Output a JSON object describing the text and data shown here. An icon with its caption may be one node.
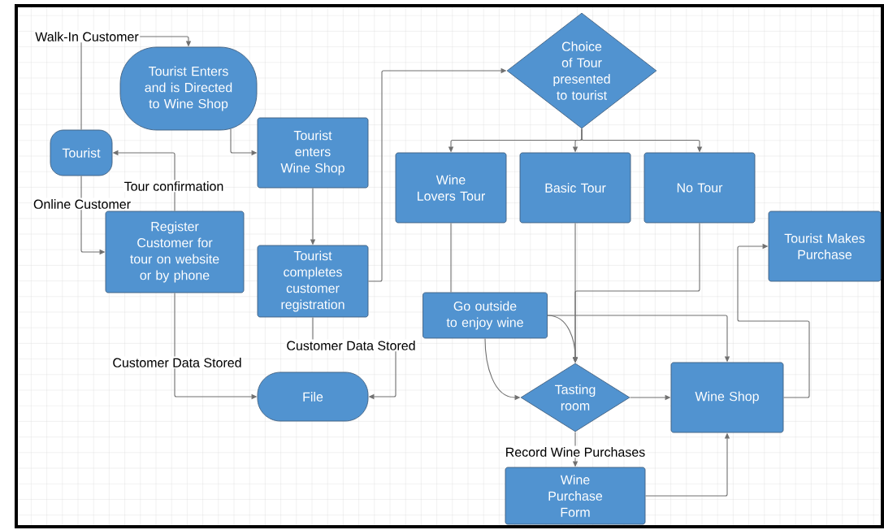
{
  "diagram": {
    "nodes": [
      {
        "text": [
          "Tourist"
        ]
      },
      {
        "text": [
          "Tourist Enters and is Directed to Wine Shop"
        ]
      },
      {
        "text": [
          "Tourist enters Wine Shop"
        ]
      },
      {
        "text": [
          "Register Customer for tour on website or by phone"
        ]
      },
      {
        "text": [
          "Tourist completes customer registration"
        ]
      },
      {
        "text": [
          "File"
        ]
      },
      {
        "text": [
          "Choice of Tour presented to tourist"
        ]
      },
      {
        "text": [
          "Wine Lovers Tour"
        ]
      },
      {
        "text": [
          "Basic Tour"
        ]
      },
      {
        "text": [
          "No Tour"
        ]
      },
      {
        "text": [
          "Tourist Makes Purchase"
        ]
      },
      {
        "text": [
          "Go outside to enjoy wine"
        ]
      },
      {
        "text": [
          "Tasting room"
        ]
      },
      {
        "text": [
          "Wine Shop"
        ]
      },
      {
        "text": [
          "Wine Purchase Form"
        ]
      }
    ],
    "edges": [
      {
        "from": 0,
        "to": 1,
        "arrow": "to",
        "label": "Walk-In Customer"
      },
      {
        "from": 0,
        "to": 3,
        "arrow": "to",
        "label": "Online Customer"
      },
      {
        "from": 3,
        "to": 0,
        "arrow": "to",
        "label": "Tour confirmation"
      },
      {
        "from": 1,
        "to": 2,
        "arrow": "to"
      },
      {
        "from": 2,
        "to": 4,
        "arrow": "to"
      },
      {
        "from": 3,
        "to": 5,
        "arrow": "to",
        "label": "Customer Data Stored"
      },
      {
        "from": 4,
        "to": 5,
        "arrow": "to",
        "label": "Customer Data Stored"
      },
      {
        "from": 4,
        "to": 6,
        "arrow": "to"
      },
      {
        "from": 6,
        "to": 7,
        "arrow": "to"
      },
      {
        "from": 6,
        "to": 8,
        "arrow": "to"
      },
      {
        "from": 6,
        "to": 9,
        "arrow": "to"
      },
      {
        "from": 7,
        "to": 11,
        "arrow": "none"
      },
      {
        "from": 8,
        "to": 12,
        "arrow": "to"
      },
      {
        "from": 9,
        "to": 12,
        "arrow": "to"
      },
      {
        "from": 11,
        "to": 12,
        "arrow": "to"
      },
      {
        "from": 11,
        "to": 12,
        "arrow": "to"
      },
      {
        "from": 11,
        "to": 13,
        "arrow": "to"
      },
      {
        "from": 12,
        "to": 13,
        "arrow": "to"
      },
      {
        "from": 12,
        "to": 14,
        "arrow": "to",
        "label": "Record Wine Purchases"
      },
      {
        "from": 14,
        "to": 13,
        "arrow": "to"
      },
      {
        "from": 13,
        "to": 10,
        "arrow": "to"
      }
    ]
  }
}
